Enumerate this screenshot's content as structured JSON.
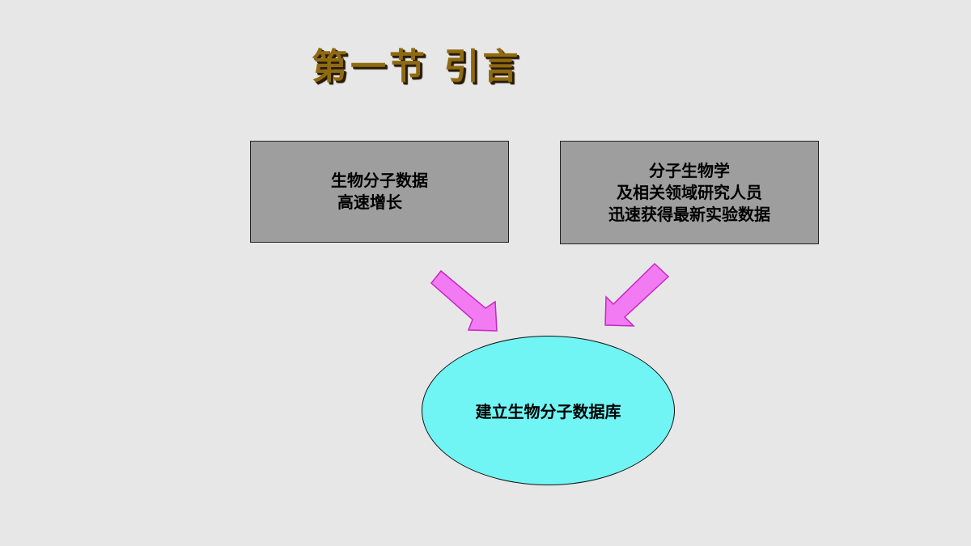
{
  "slide": {
    "title": "第一节 引言",
    "left_box": {
      "lines": [
        "生物分子数据",
        "高速增长"
      ]
    },
    "right_box": {
      "lines": [
        "分子生物学",
        "及相关领域研究人员",
        "迅速获得最新实验数据"
      ]
    },
    "result": {
      "label": "建立生物分子数据库"
    }
  },
  "colors": {
    "background": "#e7e7e7",
    "title": "#8f6a10",
    "box_fill": "#9e9e9e",
    "arrow_fill": "#f27af2",
    "arrow_stroke": "#c528c5",
    "ellipse_fill": "#70f4f4"
  }
}
